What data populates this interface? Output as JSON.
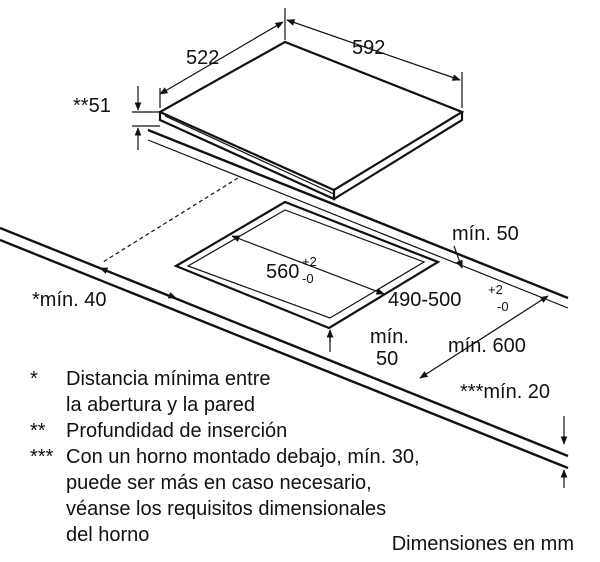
{
  "dimensions": {
    "hob_depth": "522",
    "hob_width": "592",
    "insertion_depth": "**51",
    "cutout_width_base": "560",
    "cutout_width_tol_plus": "+2",
    "cutout_width_tol_minus": "-0",
    "cutout_depth_base": "490-500",
    "cutout_depth_tol_plus": "+2",
    "cutout_depth_tol_minus": "-0",
    "min_back": "mín. 50",
    "min_wall": "*mín. 40",
    "min_front_line1": "mín.",
    "min_front_line2": "50",
    "min_worktop_depth": "mín. 600",
    "min_worktop_thickness": "***mín. 20"
  },
  "notes": [
    {
      "mark": "*",
      "text": "Distancia mínima entre\nla abertura y la pared"
    },
    {
      "mark": "**",
      "text": "Profundidad de inserción"
    },
    {
      "mark": "***",
      "text": "Con un horno montado debajo, mín. 30,\npuede ser más en caso necesario,\nvéanse los requisitos dimensionales\ndel horno"
    }
  ],
  "units_label": "Dimensiones en mm"
}
